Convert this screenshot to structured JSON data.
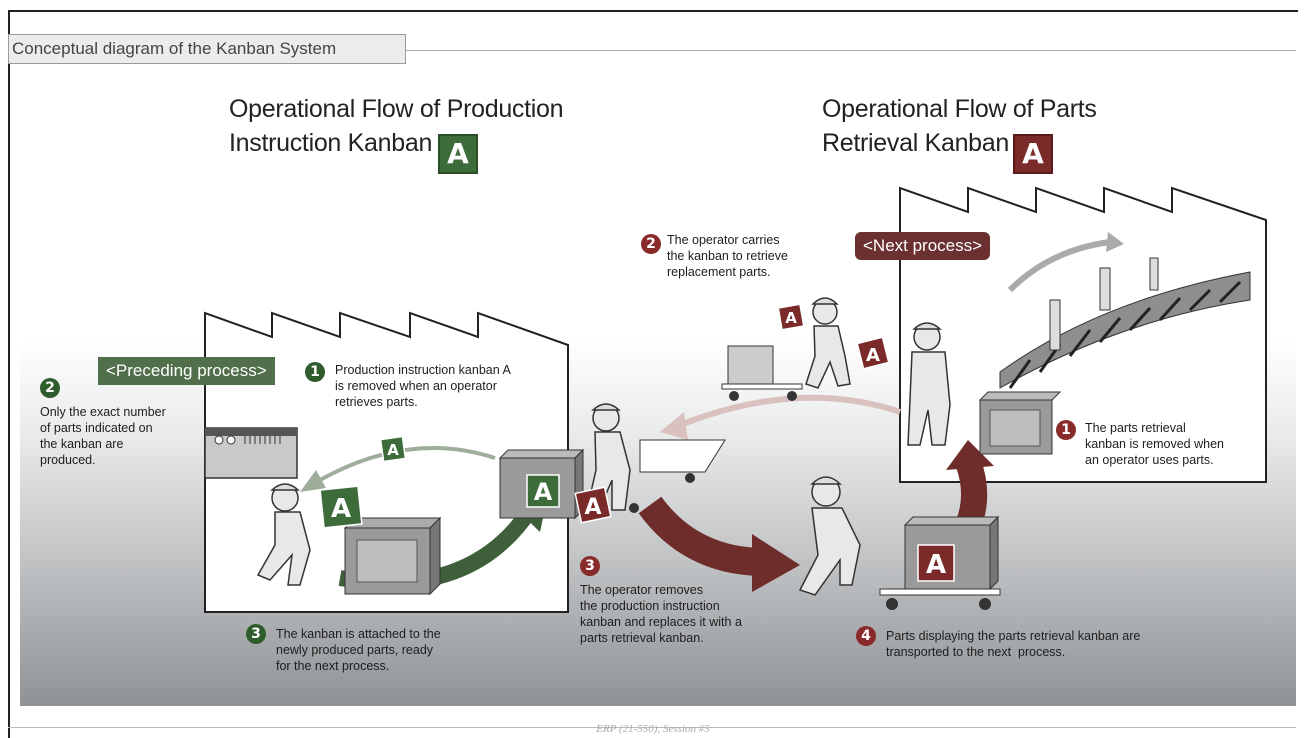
{
  "header": {
    "title": "Conceptual diagram of the Kanban System"
  },
  "left": {
    "title_line1": "Operational Flow of Production",
    "title_line2": "Instruction Kanban",
    "badge": "A",
    "process_tag": "<Preceding process>",
    "notes": [
      {
        "num": "1",
        "text": "Production instruction kanban A\nis removed when an operator\nretrieves parts."
      },
      {
        "num": "2",
        "text": "Only the exact number\nof parts indicated on\nthe kanban are\nproduced."
      },
      {
        "num": "3",
        "text": "The kanban is attached to the\nnewly produced parts, ready\nfor the next process."
      }
    ]
  },
  "right": {
    "title_line1": "Operational Flow of Parts",
    "title_line2": "Retrieval Kanban",
    "badge": "A",
    "process_tag": "<Next  process>",
    "notes": [
      {
        "num": "1",
        "text": "The parts retrieval\nkanban is removed when\nan operator uses parts."
      },
      {
        "num": "2",
        "text": "The operator carries\nthe kanban to retrieve\nreplacement parts."
      },
      {
        "num": "3",
        "text": "The operator removes\nthe production instruction\nkanban and replaces it with a\nparts retrieval kanban."
      },
      {
        "num": "4",
        "text": "Parts displaying the parts retrieval kanban are\ntransported to the next  process."
      }
    ]
  },
  "card_letter": "A",
  "footer": {
    "text": "ERP (21-550), Session #5"
  },
  "colors": {
    "green": "#3d6b3a",
    "maroon": "#7a2a28",
    "arrow_maroon": "#6e2d2a",
    "arrow_green": "#3f5f3a"
  }
}
